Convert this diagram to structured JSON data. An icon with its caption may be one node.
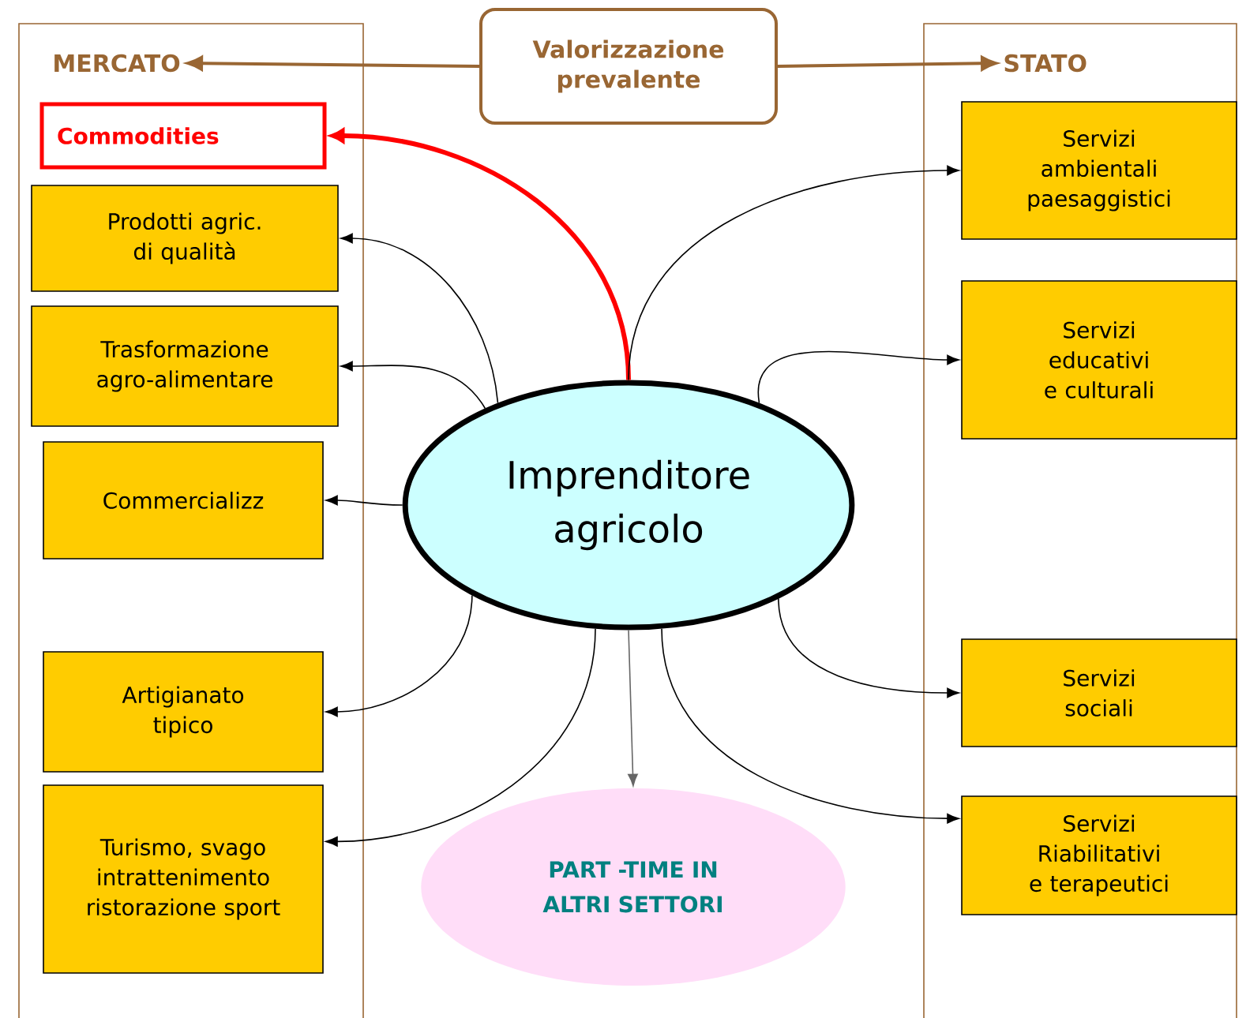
{
  "diagram": {
    "nodes": [
      {
        "text": [
          "Valorizzazione prevalente"
        ]
      },
      {
        "text": [
          "MERCATO"
        ]
      },
      {
        "text": [
          "STATO"
        ]
      },
      {
        "text": [
          "Commodities"
        ]
      },
      {
        "text": [
          "Prodotti agric. di qualità"
        ]
      },
      {
        "text": [
          "Trasformazione agro-alimentare"
        ]
      },
      {
        "text": [
          "Commercializz"
        ]
      },
      {
        "text": [
          "Artigianato tipico"
        ]
      },
      {
        "text": [
          "Turismo, svago intrattenimento ristorazione sport"
        ]
      },
      {
        "text": [
          "Servizi ambientali paesaggistici"
        ]
      },
      {
        "text": [
          "Servizi educativi e culturali"
        ]
      },
      {
        "text": [
          "Servizi sociali"
        ]
      },
      {
        "text": [
          "Servizi Riabilitativi e terapeutici"
        ]
      },
      {
        "text": [
          "Imprenditore agricolo"
        ]
      },
      {
        "text": [
          "PART -TIME IN ALTRI SETTORI"
        ]
      }
    ],
    "edges": [
      {
        "from": 0,
        "to": 1,
        "arrow": "to",
        "color": "#996633"
      },
      {
        "from": 0,
        "to": 2,
        "arrow": "to",
        "color": "#996633"
      },
      {
        "from": 13,
        "to": 3,
        "arrow": "to",
        "style": "thick",
        "color": "#ff0000"
      },
      {
        "from": 13,
        "to": 4,
        "arrow": "to"
      },
      {
        "from": 13,
        "to": 5,
        "arrow": "to"
      },
      {
        "from": 13,
        "to": 6,
        "arrow": "to"
      },
      {
        "from": 13,
        "to": 7,
        "arrow": "to"
      },
      {
        "from": 13,
        "to": 8,
        "arrow": "to"
      },
      {
        "from": 13,
        "to": 9,
        "arrow": "to"
      },
      {
        "from": 13,
        "to": 10,
        "arrow": "to"
      },
      {
        "from": 13,
        "to": 11,
        "arrow": "to"
      },
      {
        "from": 13,
        "to": 12,
        "arrow": "to"
      },
      {
        "from": 13,
        "to": 14,
        "arrow": "to",
        "color": "#666666"
      }
    ]
  }
}
